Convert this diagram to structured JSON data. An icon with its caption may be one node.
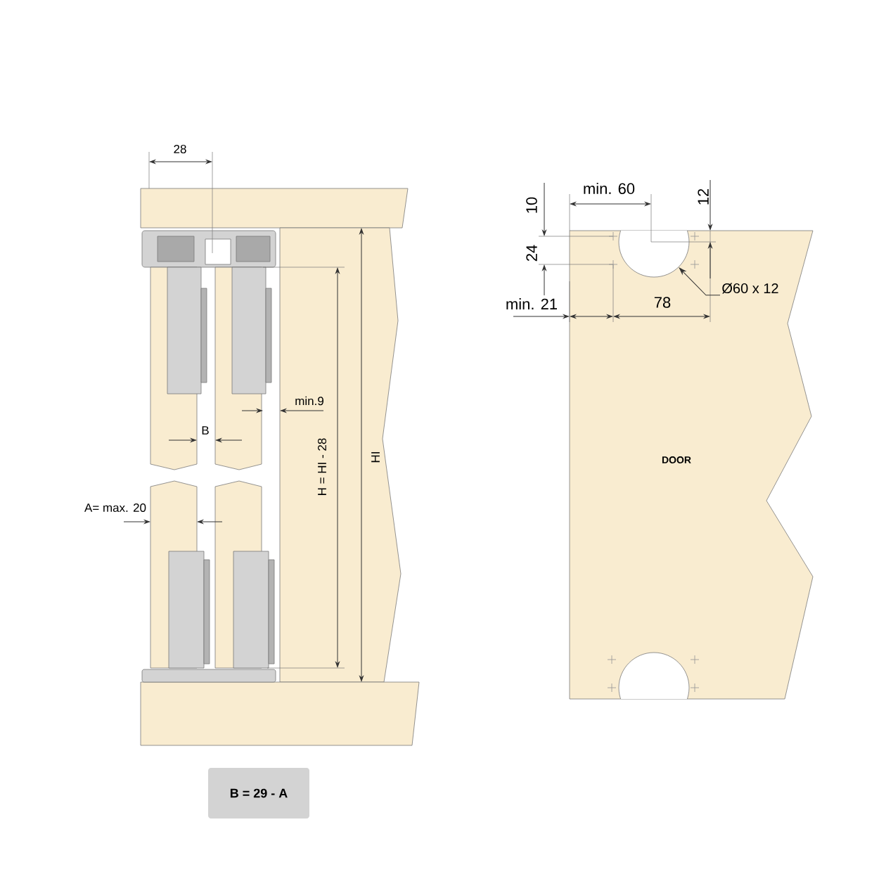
{
  "diagram": {
    "nodes": [
      {
        "text": [
          "DOOR"
        ]
      },
      {
        "text": [],
        "shape": "circle",
        "in": 0
      },
      {
        "text": [],
        "shape": "circle",
        "in": 0
      },
      {
        "text": [
          "Ø60 x 12"
        ],
        "in": 0
      },
      {
        "text": [
          "B = 29 - A"
        ]
      }
    ],
    "edges": [
      {
        "from": 3,
        "to": 1,
        "arrow": "to"
      }
    ],
    "labels": [
      "28",
      "10",
      "min. 60",
      "12",
      "24",
      "min. 21",
      "78",
      "min.9",
      "B",
      "H = HI - 28",
      "HI",
      "A= max. 20"
    ]
  }
}
